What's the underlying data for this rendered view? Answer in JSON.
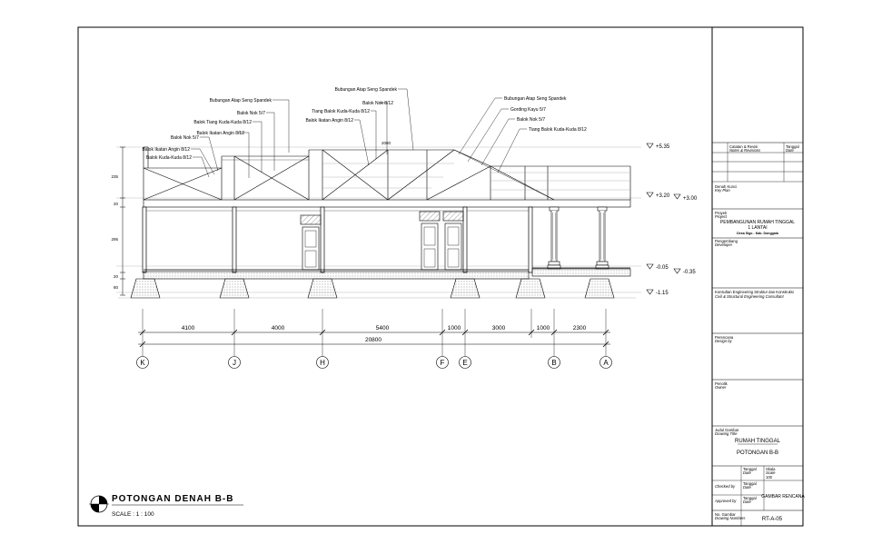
{
  "drawing": {
    "title": "POTONGAN DENAH B-B",
    "scale": "SCALE : 1 : 100"
  },
  "annotations": {
    "left": [
      "Bubungan Atap Seng Spandek",
      "Balok Nok 5/7",
      "Balok Tiang Kuda-Kuda 8/12",
      "Balok Ikatan Angin 8/12",
      "Balok Nok 5/7",
      "Balok Ikatan Angin 8/12",
      "Balok Kuda-Kuda 8/12"
    ],
    "center": [
      "Bubungan Atap Seng Spandek",
      "Balok Nok 8/12",
      "Tiang Balok Kuda-Kuda 8/12",
      "Balok Ikatan Angin 8/12"
    ],
    "right": [
      "Bubungan Atap Seng Spandek",
      "Gording Kayu 5/7",
      "Balok Nok 5/7",
      "Tiang Balok Kuda-Kuda 8/12"
    ],
    "ridge_value": "2080"
  },
  "levels": [
    {
      "label": "+5.35"
    },
    {
      "label": "+3.20"
    },
    {
      "label": "+3.00"
    },
    {
      "label": "-0.05"
    },
    {
      "label": "-0.35"
    },
    {
      "label": "-1.15"
    }
  ],
  "left_dims": [
    "235",
    "20",
    "295",
    "20",
    "80"
  ],
  "dimensions": {
    "segments": [
      "4100",
      "4000",
      "5400",
      "1000",
      "3000",
      "1000",
      "2300"
    ],
    "total": "20800"
  },
  "grid_axes": [
    "K",
    "J",
    "H",
    "F",
    "E",
    "B",
    "A"
  ],
  "title_block": {
    "notes_h": "Catatan & Revisi",
    "notes_h_en": "Notes & Revisions",
    "date_h": "Tanggal",
    "date_h_en": "Date",
    "key_plan": "Denah Kunci",
    "key_plan_en": "Key Plan",
    "project_label": "Proyek",
    "project_label_en": "Project",
    "project_name_1": "PEMBANGUNAN RUMAH TINGGAL",
    "project_name_2": "1 LANTAI",
    "project_loc": "Desa Sigo - Kab. Donggala",
    "developer_label": "Pengembang",
    "developer_label_en": "Developer",
    "consultant_1": "Konsultan Engineering Struktur dan Konstruksi",
    "consultant_2": "Civil & Structural Engineering Consultant",
    "designer_label": "Perencana",
    "designer_label_en": "Design by",
    "drawer_label": "Penolik",
    "drawer_label_en": "Owner",
    "drawing_title_label": "Judul Gambar",
    "drawing_title_label_en": "Drawing Title",
    "drawing_title_1": "RUMAH TINGGAL",
    "drawing_title_2": "POTONGAN B-B",
    "date_label": "Tanggal",
    "date_label_en": "Date",
    "scale_label": "Skala",
    "scale_label_en": "Scale",
    "scale_value": "100",
    "checked_label": "Checked by",
    "approved_label": "Approved by",
    "status": "GAMBAR RENCANA",
    "number_label": "No. Gambar",
    "number_label_en": "Drawing Numbers",
    "number": "RT-A-05"
  }
}
